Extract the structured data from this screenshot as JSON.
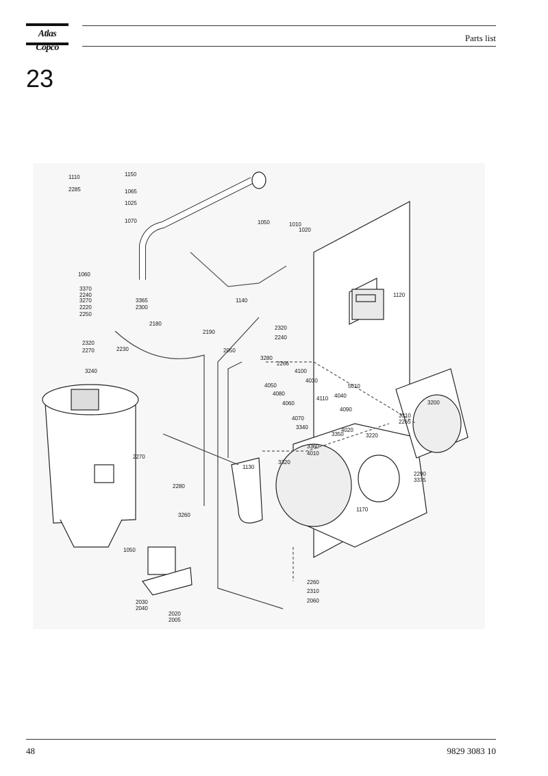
{
  "header": {
    "logo_text": "Atlas Copco",
    "title": "Parts list"
  },
  "section_number": "23",
  "figure": {
    "callouts": [
      "1110",
      "2285",
      "1150",
      "1065",
      "1025",
      "1070",
      "1050",
      "1010",
      "1020",
      "1060",
      "3370",
      "2240",
      "3270",
      "2220",
      "2250",
      "3365",
      "2300",
      "1140",
      "1120",
      "2180",
      "2190",
      "2320",
      "2240",
      "2320",
      "2270",
      "2230",
      "2050",
      "3280",
      "2266",
      "4100",
      "4030",
      "3240",
      "4050",
      "4080",
      "4060",
      "5010",
      "4110",
      "4040",
      "4090",
      "3200",
      "4070",
      "3340",
      "4020",
      "3310",
      "2265",
      "3350",
      "3220",
      "3360",
      "4010",
      "2270",
      "1130",
      "3320",
      "2290",
      "3375",
      "2280",
      "3260",
      "1170",
      "1050",
      "2260",
      "2310",
      "2060",
      "2030",
      "2040",
      "2020",
      "2005"
    ]
  },
  "footer": {
    "page_number": "48",
    "document_number": "9829 3083 10"
  }
}
